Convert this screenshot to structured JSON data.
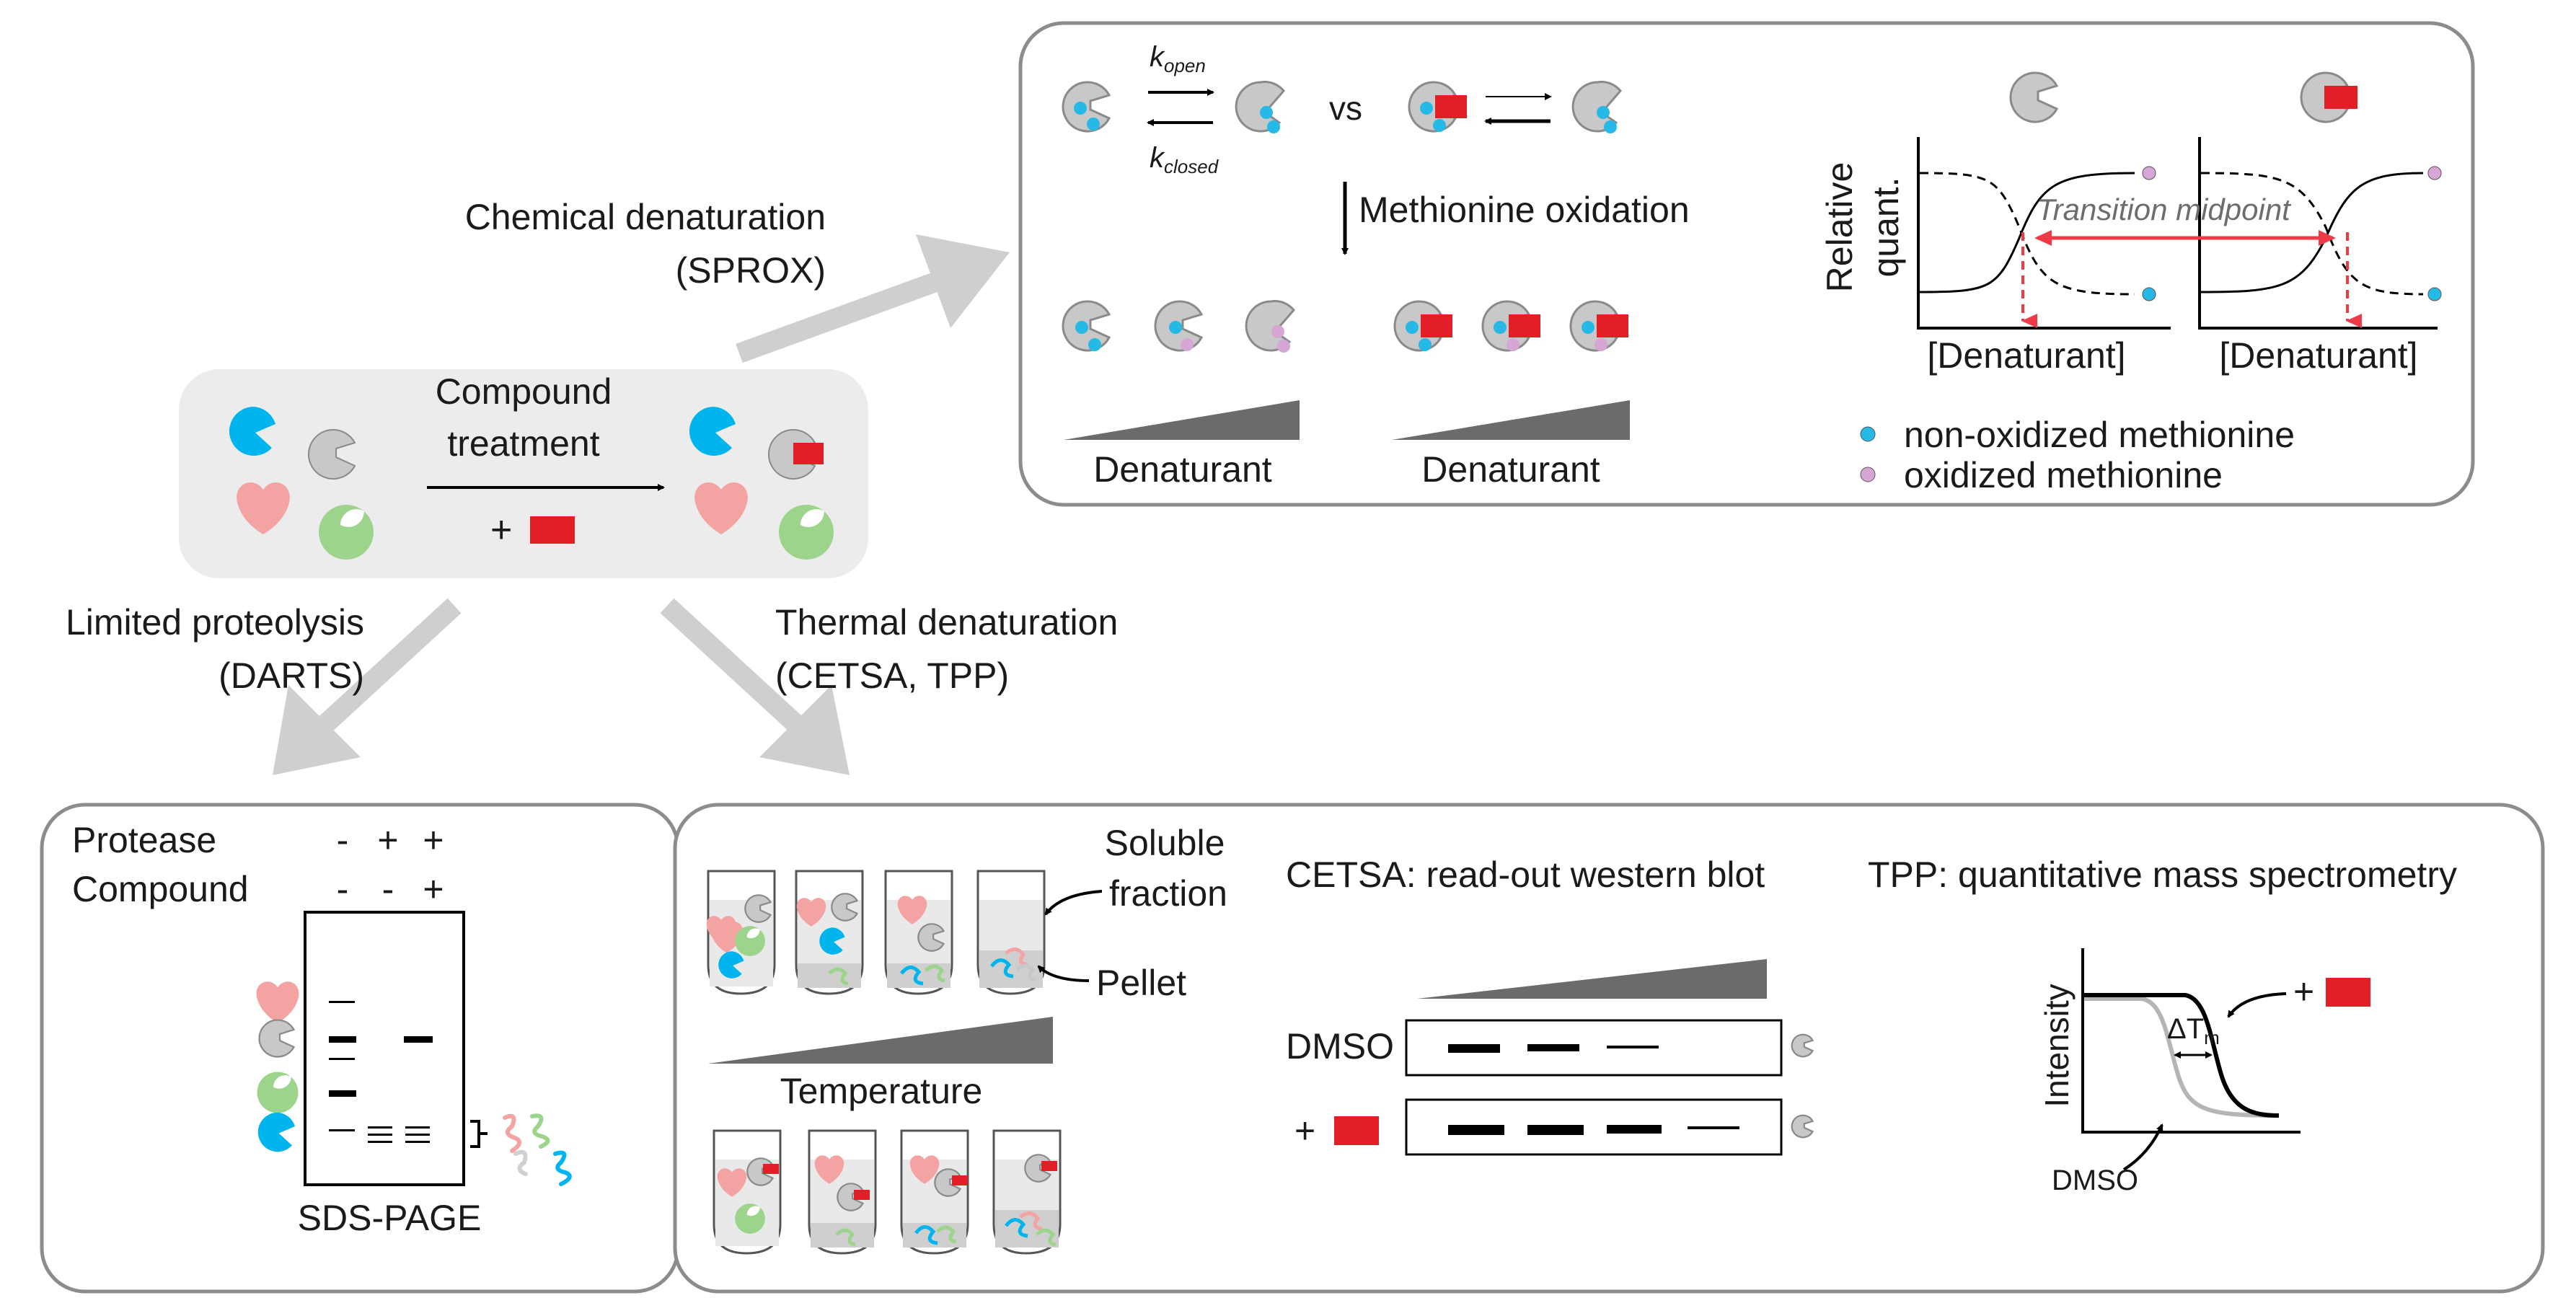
{
  "center": {
    "compound_treatment_line1": "Compound",
    "compound_treatment_line2": "treatment",
    "plus": "+"
  },
  "routes": {
    "chemical_line1": "Chemical denaturation",
    "chemical_line2": "(SPROX)",
    "limited_line1": "Limited proteolysis",
    "limited_line2": "(DARTS)",
    "thermal_line1": "Thermal denaturation",
    "thermal_line2": "(CETSA, TPP)"
  },
  "sprox": {
    "k_open_sym": "k",
    "k_open_sub": "open",
    "k_closed_sym": "k",
    "k_closed_sub": "closed",
    "vs": "vs",
    "methionine_oxidation": "Methionine oxidation",
    "denaturant_left": "Denaturant",
    "denaturant_right": "Denaturant",
    "ylabel_line1": "Relative",
    "ylabel_line2": "quant.",
    "xlabel_left": "[Denaturant]",
    "xlabel_right": "[Denaturant]",
    "transition_midpoint": "Transition midpoint",
    "legend": [
      {
        "label": "non-oxidized methionine",
        "color": "#27b9e6"
      },
      {
        "label": "oxidized methionine",
        "color": "#d6a6d4"
      }
    ]
  },
  "darts": {
    "protease_label": "Protease",
    "compound_label": "Compound",
    "protease_signs": [
      "-",
      "+",
      "+"
    ],
    "compound_signs": [
      "-",
      "-",
      "+"
    ],
    "gel_label": "SDS-PAGE"
  },
  "thermal": {
    "soluble_line1": "Soluble",
    "soluble_line2": "fraction",
    "pellet": "Pellet",
    "temperature": "Temperature",
    "cetsa_title": "CETSA: read-out western blot",
    "dmso": "DMSO",
    "plus": "+",
    "tpp_title": "TPP: quantitative mass spectrometry",
    "intensity": "Intensity",
    "delta_tm": "ΔT",
    "delta_tm_sub": "m",
    "tpp_dmso": "DMSO",
    "tpp_plus": "+"
  },
  "colors": {
    "protein_blue": "#00b5ee",
    "protein_pink": "#f4a3a3",
    "protein_green": "#9bd48a",
    "protein_gray": "#c8c8c8",
    "compound_red": "#e21e26",
    "arrow_gray": "#cfcfcf",
    "panel_border": "#8c8c8c",
    "midpoint_red": "#ef3b47"
  }
}
